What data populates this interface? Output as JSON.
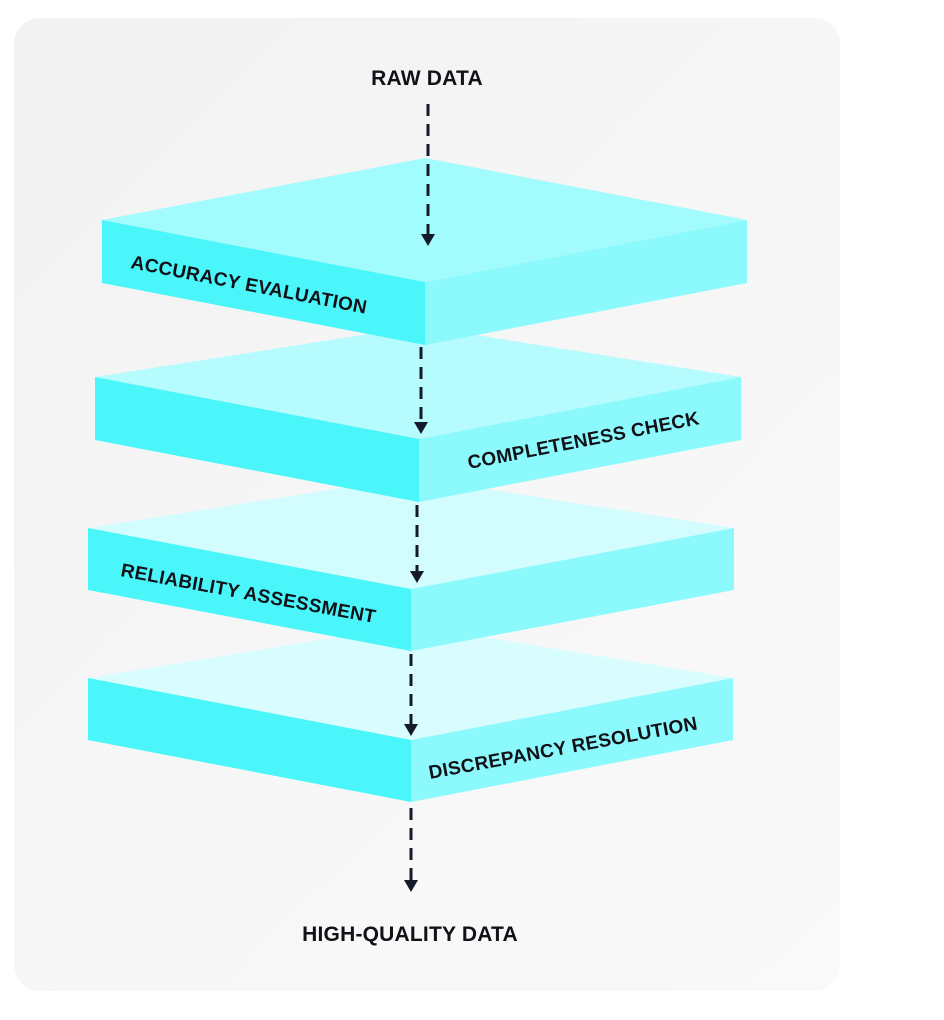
{
  "diagram": {
    "input_label": "RAW DATA",
    "output_label": "HIGH-QUALITY DATA",
    "layers": [
      {
        "label": "ACCURACY EVALUATION"
      },
      {
        "label": "COMPLETENESS CHECK"
      },
      {
        "label": "RELIABILITY ASSESSMENT"
      },
      {
        "label": "DISCREPANCY RESOLUTION"
      }
    ],
    "colors": {
      "slab_top": "#a2fbfc",
      "slab_left": "#4af6fa",
      "slab_right": "#8cfafc",
      "arrow": "#141a2a",
      "text": "#101218"
    }
  }
}
